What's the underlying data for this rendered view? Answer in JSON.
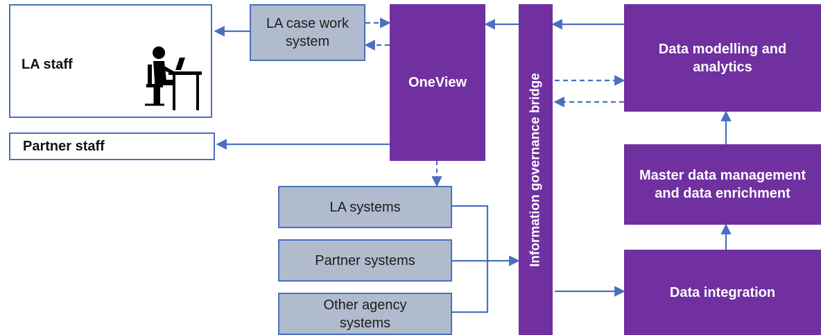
{
  "nodes": {
    "la_staff": "LA staff",
    "partner_staff": "Partner staff",
    "la_case_work_system": "LA case work system",
    "oneview": "OneView",
    "information_governance_bridge": "Information governance bridge",
    "data_modelling": "Data modelling and analytics",
    "master_data": "Master data management and data enrichment",
    "data_integration": "Data integration",
    "la_systems": "LA systems",
    "partner_systems": "Partner systems",
    "other_agency_systems": "Other agency systems"
  },
  "icons": {
    "staff": "person-at-desk-icon"
  },
  "colors": {
    "purple": "#7030a0",
    "grey_box": "#b0bccd",
    "line": "#4a6fbf"
  }
}
